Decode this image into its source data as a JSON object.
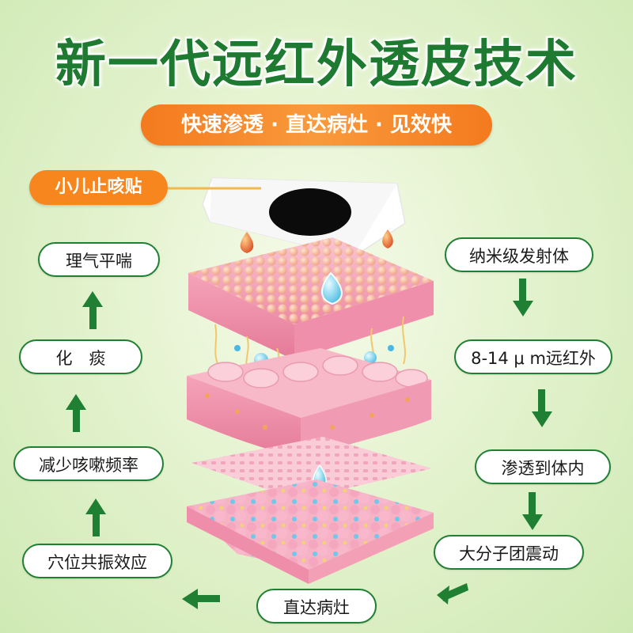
{
  "title": "新一代远红外透皮技术",
  "banner": "快速渗透 · 直达病灶 · 见效快",
  "product_tag": "小儿止咳贴",
  "cycle": {
    "right": [
      "纳米级发射体",
      "8-14 μ m远红外",
      "渗透到体内",
      "大分子团震动"
    ],
    "bottom": "直达病灶",
    "left": [
      "穴位共振效应",
      "减少咳嗽频率",
      "化　痰",
      "理气平喘"
    ]
  },
  "colors": {
    "title_green": "#1d7a30",
    "banner_orange": "#f47a1e",
    "pill_border": "#1f7f33",
    "arrow_green": "#1f7f33",
    "skin_pink": "#f4a9bd"
  },
  "icons": [
    "arrow-down-icon",
    "arrow-left-icon",
    "arrow-up-icon",
    "patch-icon",
    "skin-layers-illustration"
  ]
}
